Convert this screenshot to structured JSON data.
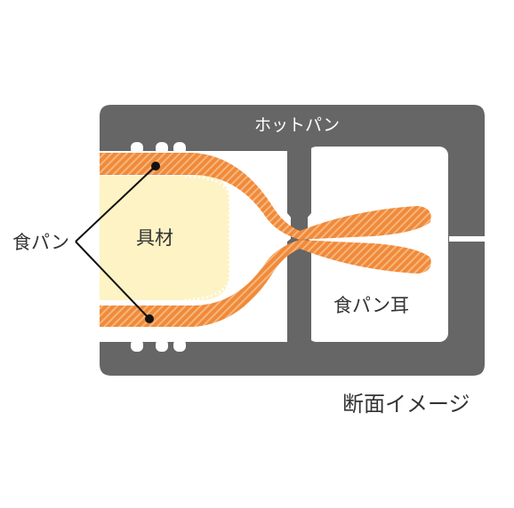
{
  "labels": {
    "hotpan": "ホットパン",
    "bread": "食パン",
    "filling": "具材",
    "crust": "食パン耳",
    "caption": "断面イメージ"
  },
  "colors": {
    "pan": "#666666",
    "pan_inner": "#ffffff",
    "bread": "#f08a3a",
    "bread_stripe": "#f7b67c",
    "filling": "#fdf3c4",
    "text_dark": "#333333",
    "text_light": "#ffffff"
  }
}
